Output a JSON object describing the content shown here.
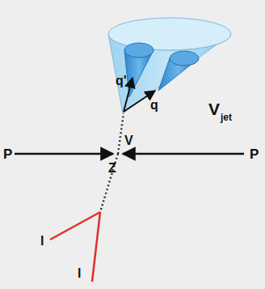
{
  "diagram": {
    "labels": [
      "V",
      "jet",
      "q'",
      "q",
      "P",
      "P",
      "V",
      "Z",
      "l",
      "l"
    ]
  }
}
